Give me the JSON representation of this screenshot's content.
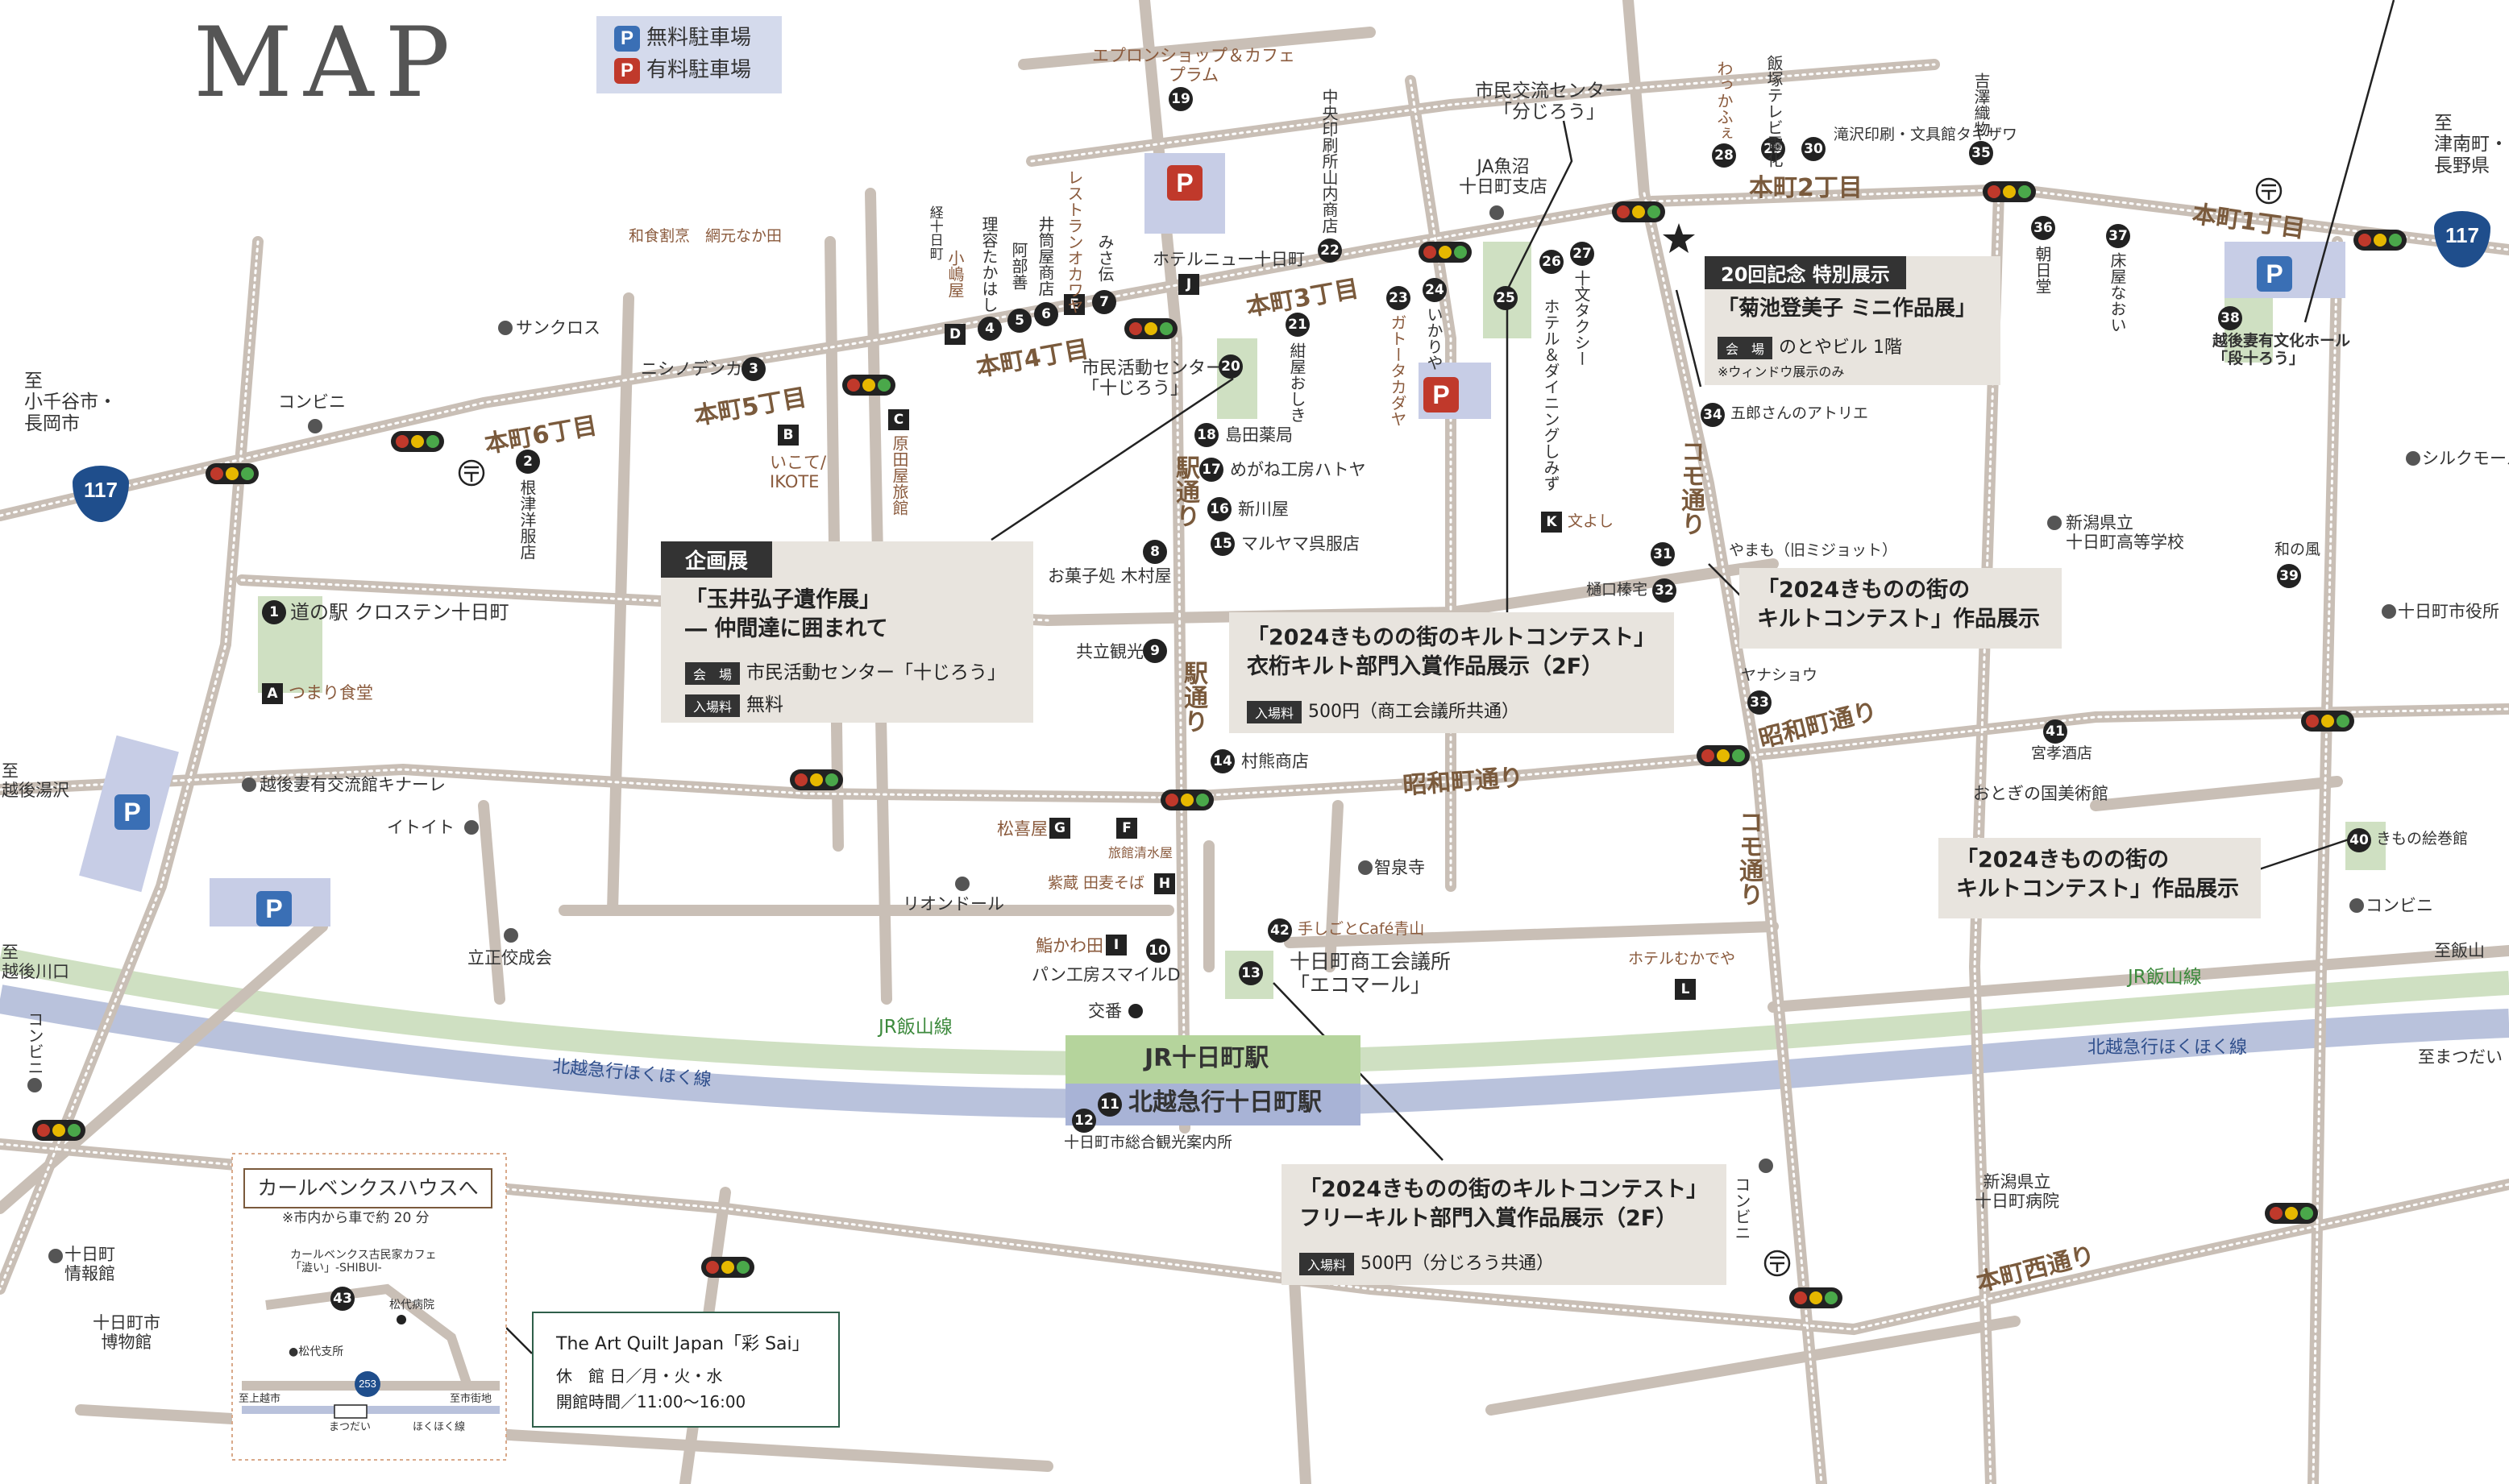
{
  "title": "MAP",
  "legend": {
    "free": "無料駐車場",
    "paid": "有料駐車場",
    "p": "P"
  },
  "streets": {
    "hon1": "本町1丁目",
    "hon2": "本町2丁目",
    "hon3": "本町3丁目",
    "hon4": "本町4丁目",
    "hon5": "本町5丁目",
    "hon6": "本町6丁目",
    "eki": "駅通り",
    "eki2": "駅通り",
    "komo": "コモ通り",
    "komo2": "コモ通り",
    "showa": "昭和町通り",
    "showa2": "昭和町通り",
    "honmachinishi": "本町西通り"
  },
  "rail": {
    "jr_line": "JR飯山線",
    "jr_line2": "JR飯山線",
    "hokuhoku": "北越急行ほくほく線",
    "hokuhoku2": "北越急行ほくほく線",
    "jr_station": "JR十日町駅",
    "hk_station": "北越急行十日町駅",
    "kanko": "十日町市総合観光案内所"
  },
  "direction": {
    "west": "至\n小千谷市・\n長岡市",
    "east": "至\n津南町・\n長野県",
    "yuzawa": "至\n越後湯沢",
    "kawaguchi": "至\n越後川口",
    "iiyama": "至飯山",
    "matsudai": "至まつだい"
  },
  "routes": {
    "r117": "117",
    "r117b": "117"
  },
  "places": {
    "p1": "道の駅 クロステン十日町",
    "p2": "根津洋服店",
    "p3": "ニシノデンカ",
    "p4": "理容たかはし",
    "p5": "阿部善",
    "p6": "井筒屋商店",
    "p7": "レストランオカワヤ",
    "p8": "お菓子処 木村屋",
    "p9": "共立観光",
    "p10": "パン工房スマイルD",
    "p11": "北越急行十日町駅",
    "p12": "十日町市総合観光案内所",
    "p13": "十日町商工会議所\n「エコマール」",
    "p14": "村熊商店",
    "p15": "マルヤマ呉服店",
    "p16": "新川屋",
    "p17": "めがね工房ハトヤ",
    "p18": "島田薬局",
    "p19": "エプロンショップ＆カフェ\nプラム",
    "p20": "市民活動センター\n「十じろう」",
    "p21": "紺屋おしき",
    "p22": "中央印刷所山内商店",
    "p23": "ガトータカダヤ",
    "p24": "いかりや",
    "p25": "市民交流センター\n「分じろう」",
    "p26": "ホテル＆ダイニングしみず",
    "p27": "十文タクシー",
    "p28": "わっかふぇ",
    "p29": "飯塚テレビ電化",
    "p30": "滝沢印刷・文具館タキザワ",
    "p31": "やまも（旧ミジョット）",
    "p32": "樋口榛宅",
    "p33": "ヤナショウ",
    "p34": "五郎さんのアトリエ",
    "p35": "吉澤織物",
    "p36": "朝日堂",
    "p37": "床屋なおい",
    "p38": "越後妻有文化ホール\n「段十ろう」",
    "p39": "和の風",
    "p40": "きもの絵巻館",
    "p41": "宮孝酒店",
    "p42": "手しごとCafé青山",
    "p43": "",
    "A": "つまり食堂",
    "B": "いこて/\nIKOTE",
    "C": "原田屋旅館",
    "D": "小嶋屋",
    "E": "",
    "F": "旅館清水屋",
    "G": "松喜屋",
    "H": "紫蔵 田麦そば",
    "I": "鮨かわ田",
    "J": "ホテルニュー十日町",
    "K": "文よし",
    "L": "ホテルむかでや",
    "sancross": "サンクロス",
    "konbini1": "コンビニ",
    "konbini2": "コンビニ",
    "konbini3": "コンビニ",
    "konbini4": "コンビニ",
    "wasyoku": "和食割烹　網元なか田",
    "ja": "JA魚沼\n十日町支店",
    "kinare": "越後妻有交流館キナーレ",
    "itoito": "イトイト",
    "rion": "リオンドール",
    "rissho": "立正佼成会",
    "kouban": "交番",
    "chisenji": "智泉寺",
    "koko": "新潟県立\n十日町高等学校",
    "shiyakusho": "十日町市役所",
    "kokubi": "おとぎの国美術館",
    "shiruku": "シルクモール",
    "byoin": "新潟県立\n十日町病院",
    "johokan": "十日町\n情報館",
    "hakubutsukan": "十日町市\n博物館",
    "misaden": "みさ伝",
    "otokoyu": "経十日町"
  },
  "boxes": {
    "kikaku": {
      "head": "企画展",
      "title": "「玉井弘子遺作展」\n― 仲間達に囲まれて",
      "venue_tag": "会　場",
      "venue": "市民活動センター「十じろう」",
      "fee_tag": "入場料",
      "fee": "無料"
    },
    "kinuko": {
      "head": "20回記念 特別展示",
      "title": "「菊池登美子 ミニ作品展」",
      "venue_tag": "会　場",
      "venue": "のとやビル 1階",
      "note": "※ウィンドウ展示のみ"
    },
    "quilt_iju": {
      "title": "「2024きものの街のキルトコンテスト」\n衣桁キルト部門入賞作品展示（2F）",
      "fee_tag": "入場料",
      "fee": "500円（商工会議所共通）"
    },
    "quilt_free": {
      "title": "「2024きものの街のキルトコンテスト」\nフリーキルト部門入賞作品展示（2F）",
      "fee_tag": "入場料",
      "fee": "500円（分じろう共通）"
    },
    "quilt_31": {
      "title": "「2024きものの街の\nキルトコンテスト」作品展示"
    },
    "quilt_40": {
      "title": "「2024きものの街の\nキルトコンテスト」作品展示"
    }
  },
  "karl": {
    "title": "カールベンクスハウスへ",
    "note": "※市内から車で約 20 分",
    "cafe": "カールベンクス古民家カフェ\n「澁い」-SHIBUI-",
    "hosp": "松代病院",
    "branch": "●松代支所",
    "r253": "253",
    "to_joetsu": "至上越市",
    "to_town": "至市街地",
    "matsudai": "まつだい",
    "hokuhoku": "ほくほく線",
    "num": "43"
  },
  "saibox": {
    "title": "The Art Quilt Japan「彩 Sai」",
    "closed": "休　館 日／月・火・水",
    "hours": "開館時間／11:00〜16:00"
  },
  "colors": {
    "road": "#c9bfb6",
    "road_dot": "#ffffff",
    "jr": "#cfe0c2",
    "hk": "#b9c2dc",
    "box": "#e8e4de",
    "street": "#7a5a3c",
    "pfree": "#3a6fb5",
    "ppaid": "#c0392b",
    "route": "#1f4e8c"
  }
}
